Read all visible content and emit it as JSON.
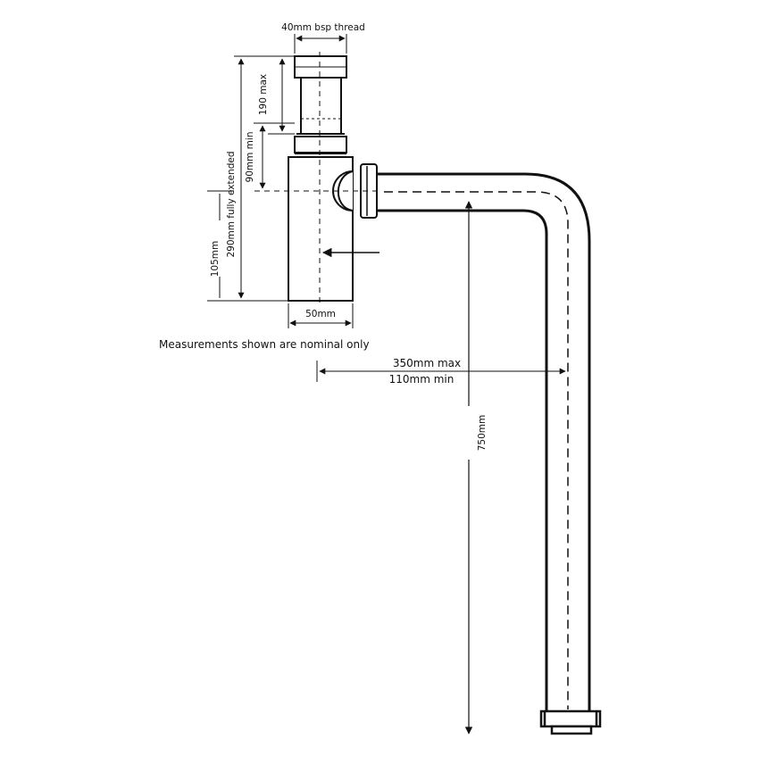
{
  "labels": {
    "thread": "40mm bsp thread",
    "max190": "190 max",
    "min90": "90mm min",
    "fully_extended": "290mm fully extended",
    "height105": "105mm",
    "width50": "50mm",
    "note": "Measurements shown are nominal only",
    "reach_max": "350mm  max",
    "reach_min": "110mm min",
    "height750": "750mm"
  },
  "colors": {
    "line": "#111111",
    "background": "#ffffff"
  }
}
